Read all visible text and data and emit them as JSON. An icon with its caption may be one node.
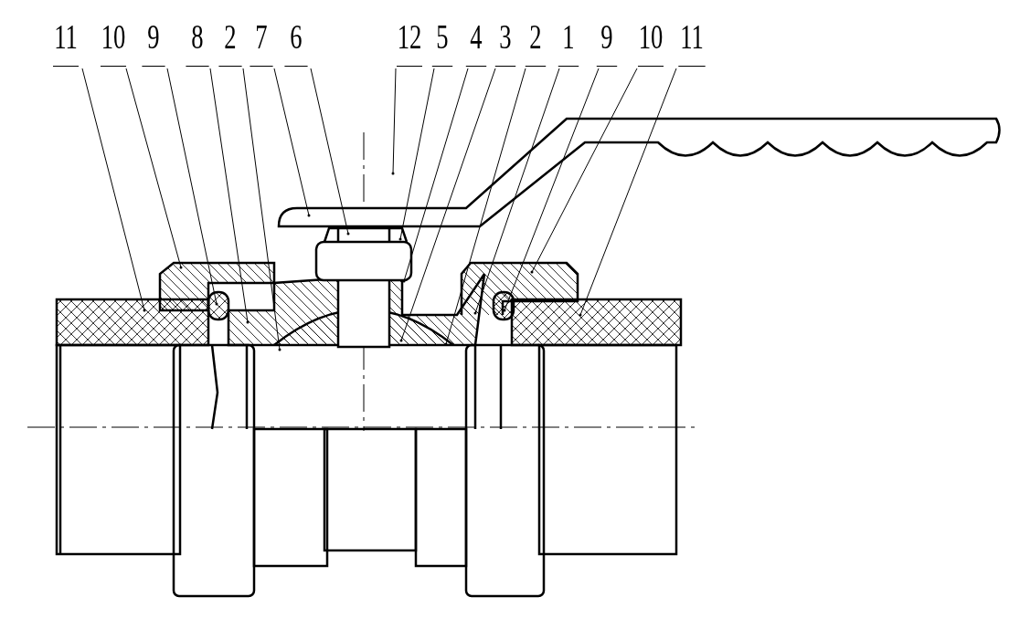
{
  "diagram": {
    "nodes": [
      {
        "text": [
          "11"
        ]
      },
      {
        "text": [
          "10"
        ]
      },
      {
        "text": [
          "9"
        ]
      },
      {
        "text": [
          "8"
        ]
      },
      {
        "text": [
          "2"
        ]
      },
      {
        "text": [
          "7"
        ]
      },
      {
        "text": [
          "6"
        ]
      },
      {
        "text": [
          "12"
        ]
      },
      {
        "text": [
          "5"
        ]
      },
      {
        "text": [
          "4"
        ]
      },
      {
        "text": [
          "3"
        ]
      },
      {
        "text": [
          "2"
        ]
      },
      {
        "text": [
          "1"
        ]
      },
      {
        "text": [
          "9"
        ]
      },
      {
        "text": [
          "10"
        ]
      },
      {
        "text": [
          "11"
        ]
      }
    ],
    "edges": [
      {
        "from": 0,
        "to": null,
        "arrow": "other"
      },
      {
        "from": 1,
        "to": null,
        "arrow": "other"
      },
      {
        "from": 2,
        "to": null,
        "arrow": "other"
      },
      {
        "from": 3,
        "to": null,
        "arrow": "other"
      },
      {
        "from": 4,
        "to": null,
        "arrow": "other"
      },
      {
        "from": 5,
        "to": null,
        "arrow": "other"
      },
      {
        "from": 6,
        "to": null,
        "arrow": "other"
      },
      {
        "from": 7,
        "to": null,
        "arrow": "other"
      },
      {
        "from": 8,
        "to": null,
        "arrow": "other"
      },
      {
        "from": 9,
        "to": null,
        "arrow": "other"
      },
      {
        "from": 10,
        "to": null,
        "arrow": "other"
      },
      {
        "from": 11,
        "to": null,
        "arrow": "other"
      },
      {
        "from": 12,
        "to": null,
        "arrow": "other"
      },
      {
        "from": 13,
        "to": null,
        "arrow": "other"
      },
      {
        "from": 14,
        "to": null,
        "arrow": "other"
      },
      {
        "from": 15,
        "to": null,
        "arrow": "other"
      }
    ]
  }
}
